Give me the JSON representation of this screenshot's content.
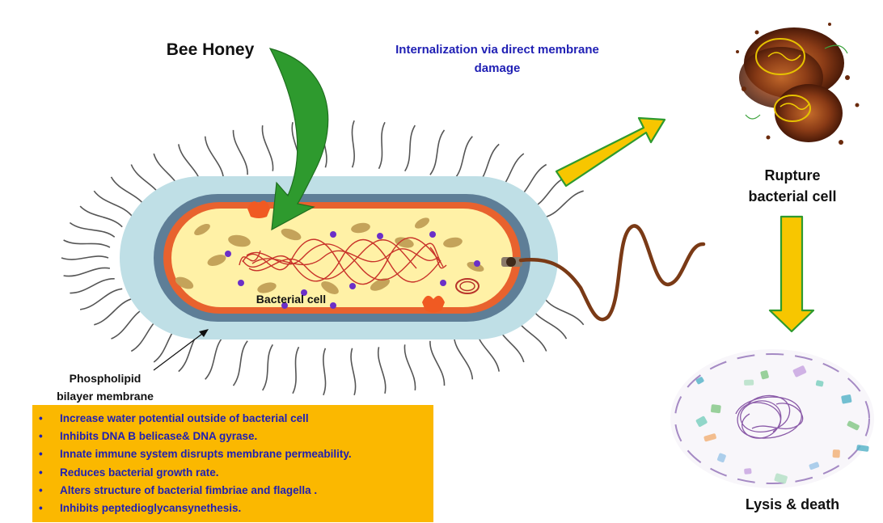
{
  "honey_label": "Bee Honey",
  "mechanism_line1": "Internalization via direct membrane",
  "mechanism_line2": "damage",
  "rupture_line1": "Rupture",
  "rupture_line2": "bacterial cell",
  "lysis_label": "Lysis & death",
  "cell_label": "Bacterial cell",
  "membrane_line1": "Phospholipid",
  "membrane_line2": "bilayer membrane",
  "effects": [
    "Increase water potential outside of bacterial cell",
    "Inhibits DNA B belicase& DNA gyrase.",
    "Innate immune system disrupts membrane permeability.",
    "Reduces bacterial growth rate.",
    "Alters structure of bacterial fimbriae and flagella .",
    "Inhibits peptedioglycansynethesis."
  ],
  "colors": {
    "effects_box": "#fbb800",
    "effects_text": "#1f1fb4",
    "mechanism_text": "#1f1fb4",
    "honey_arrow": "#2e9a2e",
    "yellow_arrow": "#f7c600",
    "cytoplasm": "#fff1a6",
    "capsule": "#bfdfe6",
    "membrane": "#e8622e"
  }
}
